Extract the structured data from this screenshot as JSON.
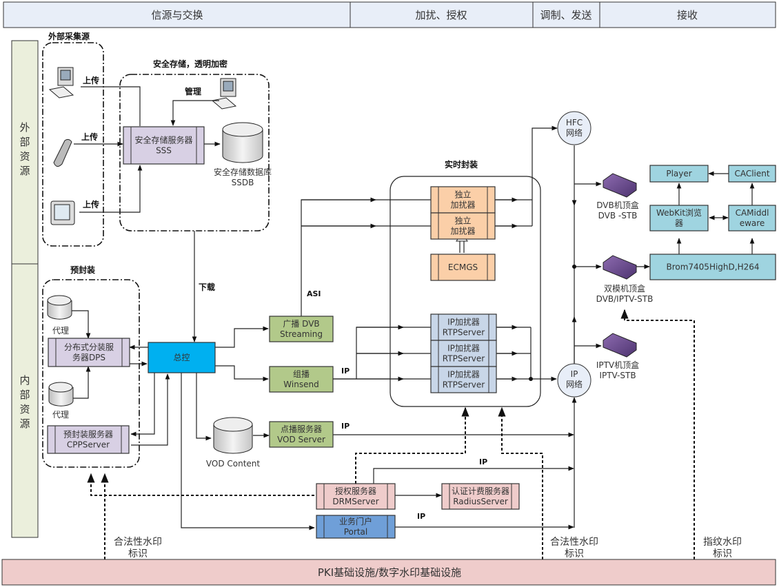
{
  "header": {
    "columns": [
      "信源与交换",
      "加扰、授权",
      "调制、发送",
      "接收"
    ]
  },
  "side": {
    "external": "外部资源",
    "internal": "内部资源"
  },
  "groups": {
    "external_sources": "外部采集源",
    "secure_storage": "安全存储，透明加密",
    "prepackage": "预封装",
    "realtime": "实时封装"
  },
  "edge_labels": {
    "upload": "上传",
    "manage": "管理",
    "download": "下载",
    "asi": "ASI",
    "ip": "IP"
  },
  "nodes": {
    "sss": [
      "安全存储服务器",
      "SSS"
    ],
    "ssdb": [
      "安全存储数据库",
      "SSDB"
    ],
    "proxy": "代理",
    "dps": [
      "分布式分装服",
      "务器DPS"
    ],
    "cpp": [
      "预封装服务器",
      "CPPServer"
    ],
    "master": "总控",
    "dvb_streaming": [
      "广播 DVB",
      "Streaming"
    ],
    "winsend": [
      "组播",
      "Winsend"
    ],
    "vod_server": [
      "点播服务器",
      "VOD Server"
    ],
    "vod_content": "VOD Content",
    "scrambler": [
      "独立",
      "加扰器"
    ],
    "ecmgs": "ECMGS",
    "ip_scrambler": [
      "IP加扰器",
      "RTPServer"
    ],
    "hfc": [
      "HFC",
      "网络"
    ],
    "ipnet": [
      "IP",
      "网络"
    ],
    "dvb_stb": [
      "DVB机顶盒",
      "DVB -STB"
    ],
    "dual_stb": [
      "双模机顶盒",
      "DVB/IPTV-STB"
    ],
    "iptv_stb": [
      "IPTV机顶盒",
      "IPTV-STB"
    ],
    "player": "Player",
    "caclient": "CAClient",
    "webkit": [
      "WebKit浏览",
      "器"
    ],
    "camiddleware": [
      "CAMiddl",
      "eware"
    ],
    "brom": "Brom7405HighD,H264",
    "drm": [
      "授权服务器",
      "DRMServer"
    ],
    "radius": [
      "认证计费服务器",
      "RadiusServer"
    ],
    "portal": [
      "业务门户",
      "Portal"
    ]
  },
  "watermarks": {
    "legal": [
      "合法性水印",
      "标识"
    ],
    "fingerprint": [
      "指纹水印",
      "标识"
    ]
  },
  "footer": "PKI基础设施/数字水印基础设施",
  "colors": {
    "header_bg": "#e8eef8",
    "side_bg": "#ebefdc",
    "purple_box": "#d8d0e4",
    "master": "#00b0f0",
    "green_box": "#b2c98a",
    "orange_box": "#fbcfa8",
    "blue_box": "#c8d6e8",
    "cyan_box": "#9fd4e0",
    "pink_box": "#efcccb",
    "portal": "#6f9fd8",
    "footer_bg": "#efcccb"
  }
}
